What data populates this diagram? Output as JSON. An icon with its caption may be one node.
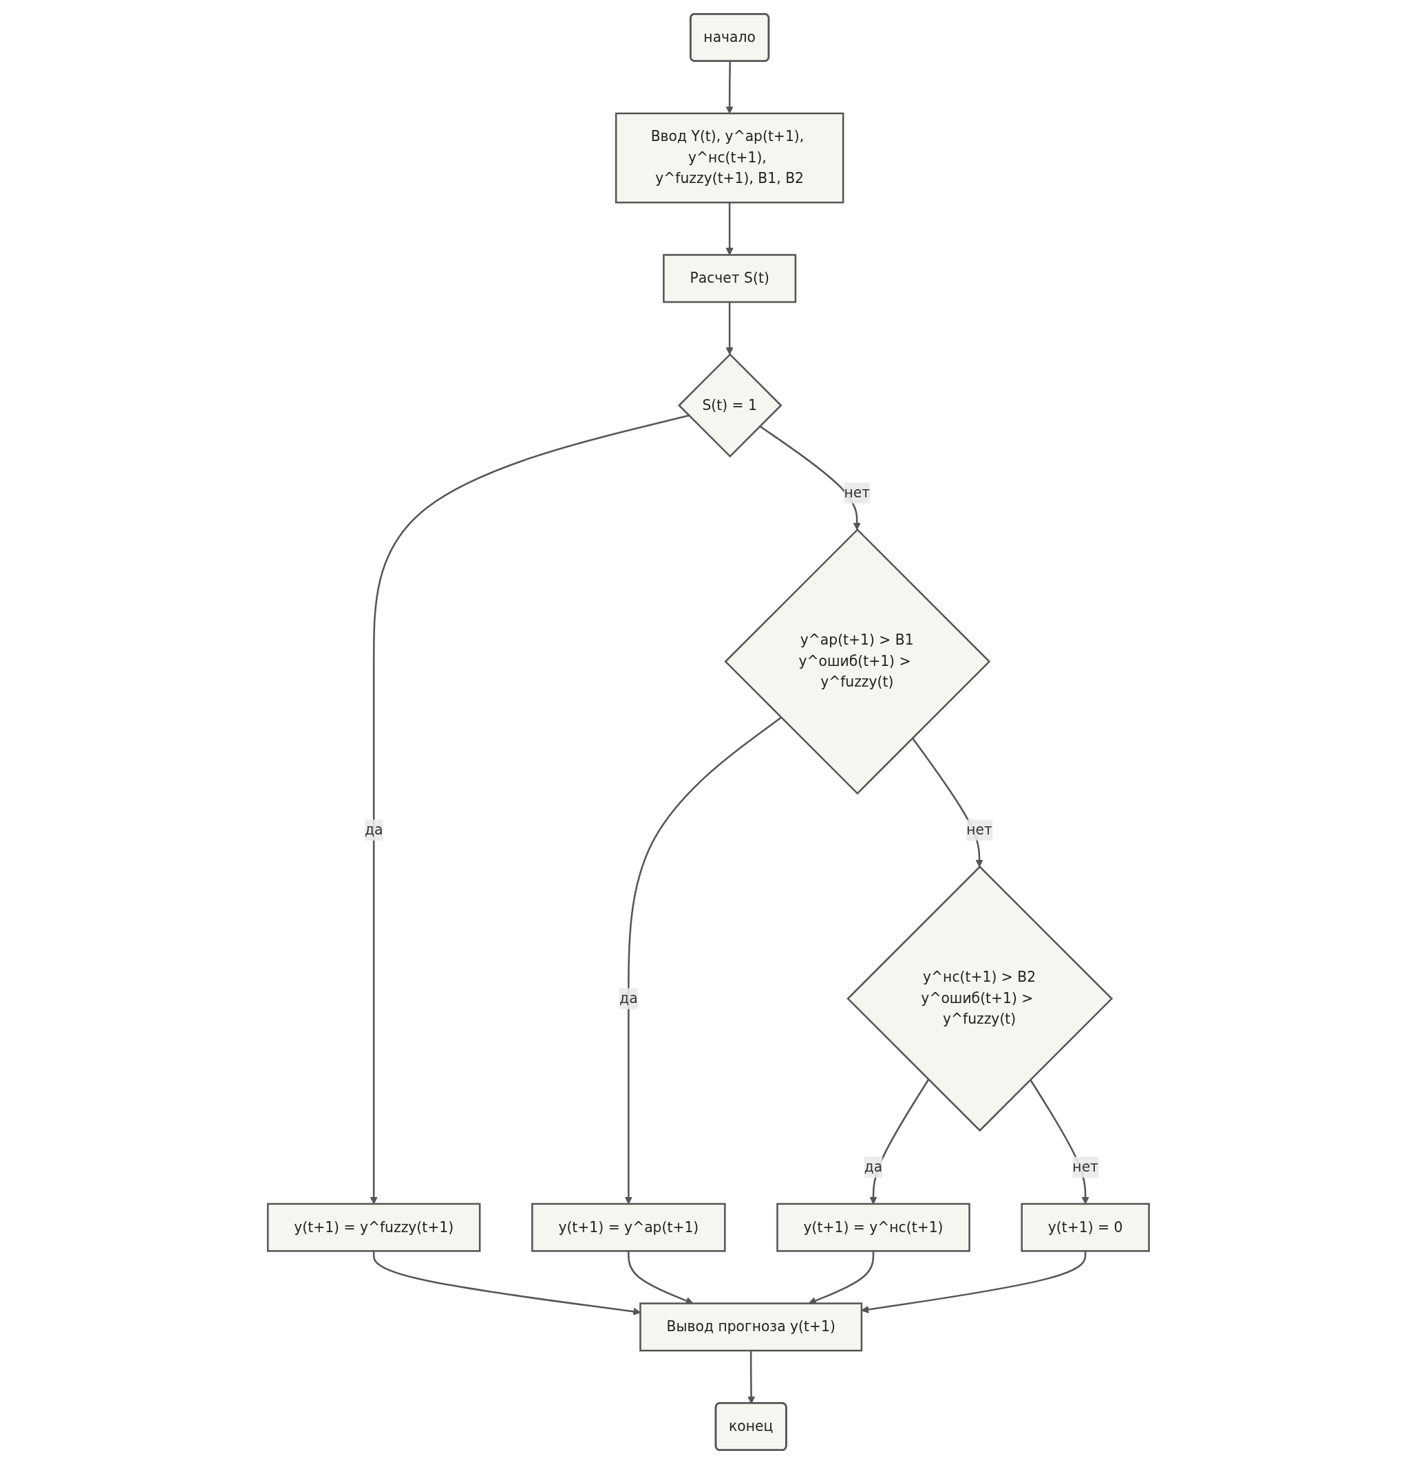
{
  "diagram": {
    "nodes": [
      {
        "text": [
          "начало"
        ]
      },
      {
        "text": [
          "Ввод Y(t), y^ар(t+1), y^нс(t+1), y^fuzzy(t+1), B1, B2"
        ]
      },
      {
        "text": [
          "Расчет S(t)"
        ]
      },
      {
        "text": [
          "S(t) = 1"
        ]
      },
      {
        "text": [
          "y(t+1) = y^fuzzy(t+1)"
        ]
      },
      {
        "text": [
          "y^ар(t+1) > B1",
          "y^ошиб(t+1) > y^fuzzy(t)"
        ]
      },
      {
        "text": [
          "y(t+1) = y^ар(t+1)"
        ]
      },
      {
        "text": [
          "y^нс(t+1) > B2",
          "y^ошиб(t+1) > y^fuzzy(t)"
        ]
      },
      {
        "text": [
          "y(t+1) = y^нс(t+1)"
        ]
      },
      {
        "text": [
          "y(t+1) = 0"
        ]
      },
      {
        "text": [
          "Вывод прогноза y(t+1)"
        ]
      },
      {
        "text": [
          "конец"
        ]
      }
    ],
    "edges": [
      {
        "from": 0,
        "to": 1,
        "arrow": "to"
      },
      {
        "from": 1,
        "to": 2,
        "arrow": "to"
      },
      {
        "from": 2,
        "to": 3,
        "arrow": "to"
      },
      {
        "from": 3,
        "to": 4,
        "arrow": "to",
        "label": "да"
      },
      {
        "from": 3,
        "to": 5,
        "arrow": "to",
        "label": "нет"
      },
      {
        "from": 5,
        "to": 6,
        "arrow": "to",
        "label": "да"
      },
      {
        "from": 5,
        "to": 7,
        "arrow": "to",
        "label": "нет"
      },
      {
        "from": 7,
        "to": 8,
        "arrow": "to",
        "label": "да"
      },
      {
        "from": 7,
        "to": 9,
        "arrow": "to",
        "label": "нет"
      },
      {
        "from": 4,
        "to": 10,
        "arrow": "to"
      },
      {
        "from": 6,
        "to": 10,
        "arrow": "to"
      },
      {
        "from": 8,
        "to": 10,
        "arrow": "to"
      },
      {
        "from": 9,
        "to": 10,
        "arrow": "to"
      },
      {
        "from": 10,
        "to": 11,
        "arrow": "to"
      }
    ]
  }
}
